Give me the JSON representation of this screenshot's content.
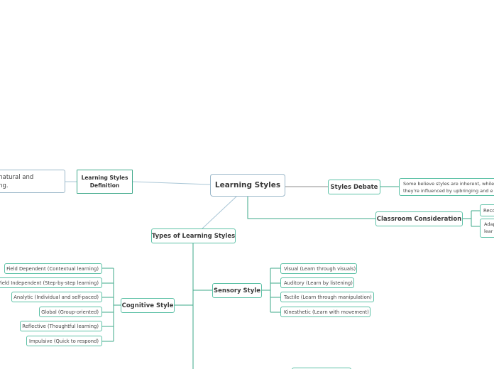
{
  "central": "Learning Styles",
  "definition": {
    "label_line1": "Learning Styles",
    "label_line2": "Definition",
    "text_line1": "to natural and",
    "text_line2": "rning."
  },
  "debate": {
    "label": "Styles Debate",
    "text_line1": "Some believe styles are inherent, while",
    "text_line2": "they're influenced by upbringing and e"
  },
  "classroom": {
    "label": "Classroom Consideration",
    "item1": "Reco",
    "item2_line1": "Adap",
    "item2_line2": "lear"
  },
  "types": {
    "label": "Types of Learning Styles"
  },
  "sensory": {
    "label": "Sensory Style",
    "items": [
      "Visual (Learn through visuals)",
      "Auditory (Learn by listening)",
      "Tactile (Learn through manipulation)",
      "Kinesthetic (Learn with movement)"
    ]
  },
  "cognitive": {
    "label": "Cognitive Style",
    "items": [
      "Field Dependent (Contextual learning)",
      "Field Independent (Step-by-step learning)",
      "Analytic (Individual and self-paced)",
      "Global (Group-oriented)",
      "Reflective (Thoughtful learning)",
      "Impulsive (Quick to respond)"
    ]
  },
  "colors": {
    "branch": "#3ea88a",
    "link_light": "#a9c6d6",
    "link_gray": "#8e8e8e"
  }
}
